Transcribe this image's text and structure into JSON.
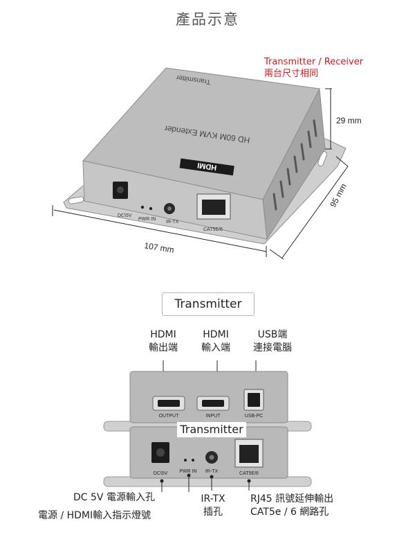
{
  "page_title": "產品示意",
  "size_note": {
    "line1": "Transmitter / Receiver",
    "line2": "兩台尺寸相同"
  },
  "dimensions": {
    "height": "29 mm",
    "depth": "95 mm",
    "width": "107 mm"
  },
  "device_top": {
    "model_text": "HD 60M KVM Extender",
    "top_label": "Transmitter",
    "brand": "HDMI"
  },
  "front_ports_3d": {
    "dc": "DC\\5V",
    "pwr": "PWR IN",
    "irtx": "IR-TX",
    "cat": "CAT5E/6"
  },
  "section_label": "Transmitter",
  "callouts_top": [
    {
      "line1": "HDMI",
      "line2": "輸出端"
    },
    {
      "line1": "HDMI",
      "line2": "輸入端"
    },
    {
      "line1": "USB端",
      "line2": "連接電腦"
    }
  ],
  "back_panel": {
    "output": "OUTPUT",
    "input": "INPUT",
    "usb": "USB-PC"
  },
  "panel_overlay_label": "Transmitter",
  "front_panel": {
    "dc": "DC\\5V",
    "pwr": "PWR IN",
    "irtx": "IR-TX",
    "cat": "CAT5E/6"
  },
  "callouts_bottom": {
    "dc": "DC 5V 電源輸入孔",
    "pwr": "電源 / HDMI輸入指示燈號",
    "irtx_line1": "IR-TX",
    "irtx_line2": "插孔",
    "rj45_line1": "RJ45 訊號延伸輸出",
    "rj45_line2": "CAT5e / 6 網路孔"
  },
  "colors": {
    "note_red": "#d21a1a",
    "device_grey": "#b4b4b4",
    "line_dark": "#222222"
  }
}
